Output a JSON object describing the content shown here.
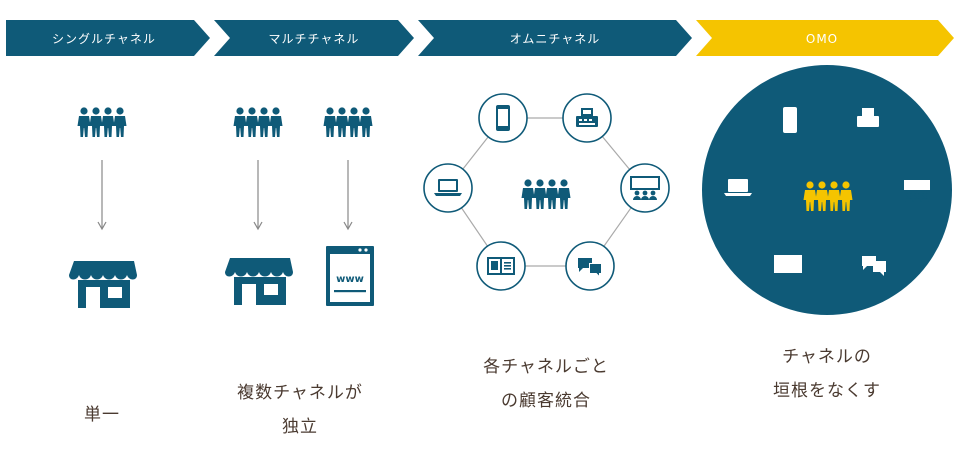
{
  "stages": [
    {
      "label": "シングルチャネル",
      "color": "#0f5a78"
    },
    {
      "label": "マルチチャネル",
      "color": "#0f5a78"
    },
    {
      "label": "オムニチャネル",
      "color": "#0f5a78"
    },
    {
      "label": "OMO",
      "color": "#f5c400"
    }
  ],
  "captions": {
    "single": "単一",
    "multi_line1": "複数チャネルが",
    "multi_line2": "独立",
    "omni_line1": "各チャネルごと",
    "omni_line2": "の顧客統合",
    "omo_line1": "チャネルの",
    "omo_line2": "垣根をなくす"
  },
  "icons": {
    "people": "people-group-icon",
    "store": "store-icon",
    "web": "www-browser-icon",
    "phone": "smartphone-icon",
    "register": "cash-register-icon",
    "laptop": "laptop-icon",
    "seminar": "seminar-icon",
    "book": "catalog-book-icon",
    "chat": "chat-bubbles-icon"
  },
  "colors": {
    "primary": "#0f5a78",
    "accent": "#f5c400",
    "arrow": "#888888",
    "node_border": "#0f5a78",
    "caption_text": "#4a3a30"
  }
}
